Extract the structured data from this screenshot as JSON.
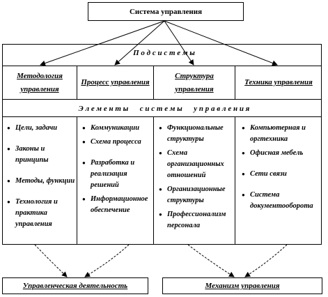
{
  "top": {
    "title": "Система  управления"
  },
  "subsystems_label": "П о д с и с т е м ы",
  "columns": [
    {
      "title": "Методология управления"
    },
    {
      "title": "Процесс управления"
    },
    {
      "title": "Структура управления"
    },
    {
      "title": "Техника управления"
    }
  ],
  "elements_label": "Э л е м е н т ы      с и с т е м ы      у п р а в л е н и я",
  "elements": {
    "col1": [
      "Цели, задачи",
      "Законы и принципы",
      "Методы, функции",
      "Технология и практика управления"
    ],
    "col2": [
      "Коммуникации",
      "Схема процесса",
      "Разработка и реализация решений",
      "Информационное обеспечение"
    ],
    "col3": [
      "Функциональные структуры",
      "Схема организационных отношений",
      "Организационные структуры",
      "Профессионализм персонала"
    ],
    "col4": [
      "Компьютерная и оргтехника",
      "Офисная мебель",
      "Сети связи",
      "Система документооборота"
    ]
  },
  "bottom": {
    "left": "Управленческая деятельность",
    "right": "Механизм управления"
  }
}
